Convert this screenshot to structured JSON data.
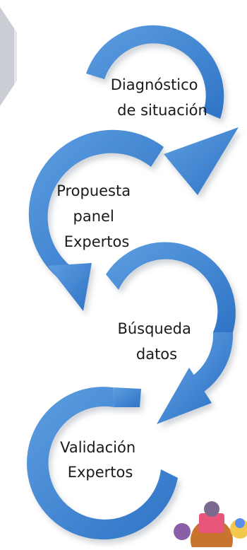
{
  "diagram": {
    "steps": [
      {
        "lines": [
          "Diagnóstico",
          "de situación"
        ]
      },
      {
        "lines": [
          "Propuesta",
          "panel",
          "Expertos"
        ]
      },
      {
        "lines": [
          "Búsqueda",
          "datos"
        ]
      },
      {
        "lines": [
          "Validación",
          "Expertos"
        ]
      }
    ]
  },
  "colors": {
    "arrow_light": "#5c9ee0",
    "arrow_dark": "#2f73c6",
    "arrow_shadow": "#9ca3ab",
    "text": "#1a1a1a",
    "side_chevron": "#c4c9cf"
  }
}
